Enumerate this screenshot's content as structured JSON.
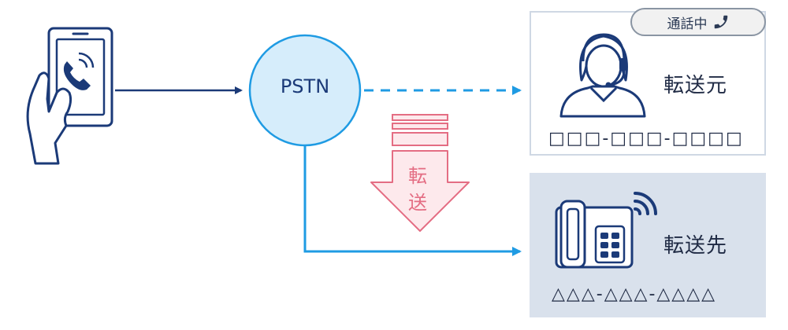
{
  "pstn": {
    "label": "PSTN"
  },
  "transfer_arrow": {
    "chars": [
      "転",
      "送"
    ]
  },
  "source": {
    "status_badge": "通話中",
    "label": "転送元",
    "number": "□□□-□□□-□□□□",
    "icons": {
      "status": "phone-icon",
      "person": "operator-headset-icon"
    }
  },
  "destination": {
    "label": "転送先",
    "number": "△△△-△△△-△△△△",
    "icons": {
      "device": "desk-phone-icon",
      "signal": "wireless-signal-icon"
    }
  },
  "caller": {
    "icons": {
      "device": "smartphone-in-hand-icon"
    }
  },
  "colors": {
    "navy": "#1b3a78",
    "blue": "#1f9be3",
    "circle_fill": "#d6edfb",
    "transfer_pink": "#e46d83",
    "transfer_fill": "#fde9ec",
    "dest_bg": "#d9e1ec"
  }
}
